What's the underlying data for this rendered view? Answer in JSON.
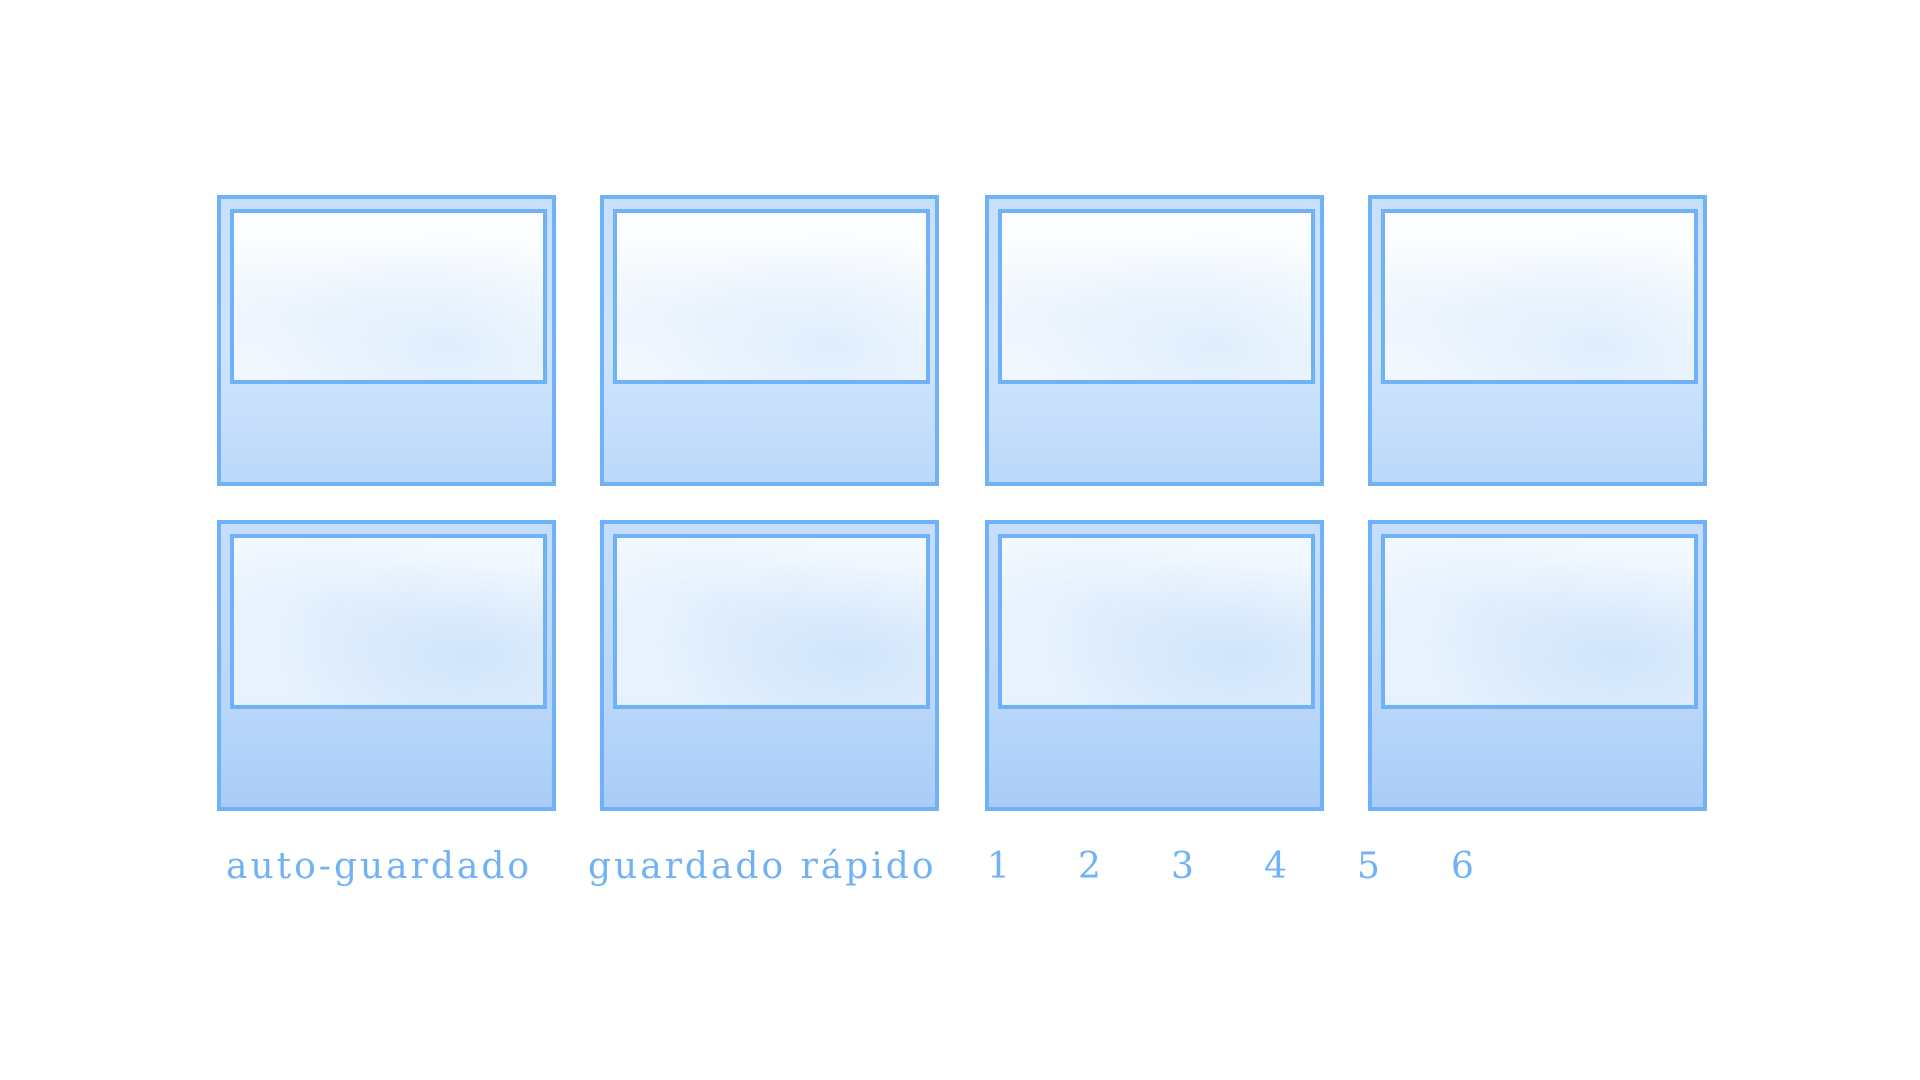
{
  "save_slots": [
    {
      "row": 1,
      "col": 1
    },
    {
      "row": 1,
      "col": 2
    },
    {
      "row": 1,
      "col": 3
    },
    {
      "row": 1,
      "col": 4
    },
    {
      "row": 2,
      "col": 1
    },
    {
      "row": 2,
      "col": 2
    },
    {
      "row": 2,
      "col": 3
    },
    {
      "row": 2,
      "col": 4
    }
  ],
  "page_tabs": {
    "auto": "auto-guardado",
    "quick": "guardado rápido",
    "p1": "1",
    "p2": "2",
    "p3": "3",
    "p4": "4",
    "p5": "5",
    "p6": "6"
  },
  "colors": {
    "accent": "#6fb2f7",
    "slot_fill": "#c8e0fb",
    "background": "#ffffff"
  }
}
